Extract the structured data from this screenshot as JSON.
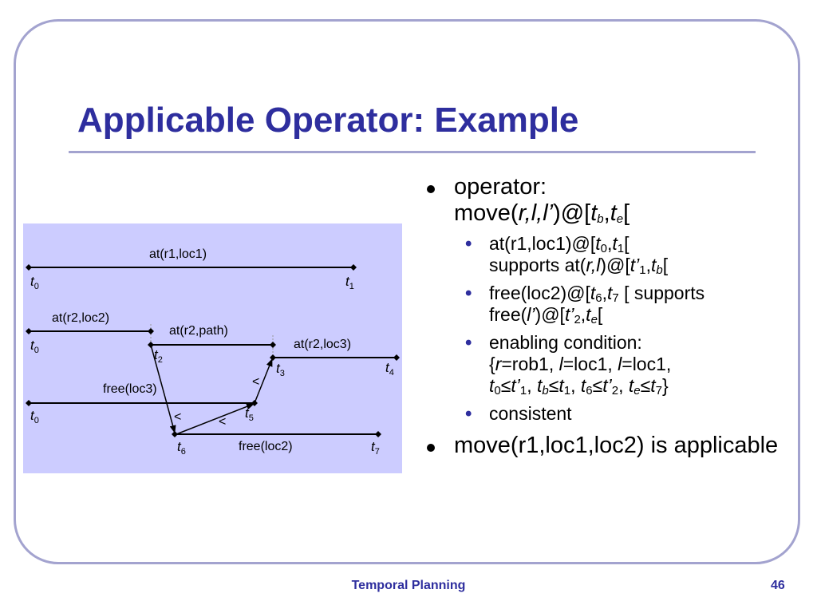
{
  "slide": {
    "title": "Applicable Operator: Example",
    "footer": "Temporal Planning",
    "page_number": "46"
  },
  "diagram": {
    "fluents": {
      "at_r1_loc1": "at(r1,loc1)",
      "at_r2_loc2": "at(r2,loc2)",
      "at_r2_path": "at(r2,path)",
      "at_r2_loc3": "at(r2,loc3)",
      "free_loc3": "free(loc3)",
      "free_loc2": "free(loc2)"
    },
    "timepoints": {
      "t0_a": {
        "var": "t",
        "sub": "0"
      },
      "t1": {
        "var": "t",
        "sub": "1"
      },
      "t0_b": {
        "var": "t",
        "sub": "0"
      },
      "t2": {
        "var": "t",
        "sub": "2"
      },
      "t3": {
        "var": "t",
        "sub": "3"
      },
      "t4": {
        "var": "t",
        "sub": "4"
      },
      "t0_c": {
        "var": "t",
        "sub": "0"
      },
      "t5": {
        "var": "t",
        "sub": "5"
      },
      "t6": {
        "var": "t",
        "sub": "6"
      },
      "t7": {
        "var": "t",
        "sub": "7"
      }
    },
    "relations": {
      "lt_a": "<",
      "lt_b": "<",
      "lt_c": "<"
    }
  },
  "bullets": {
    "operator_label": "operator:",
    "operator_move_prefix": "move(",
    "operator_args": "r,l,l’",
    "operator_at": ")@[",
    "operator_tb": "t",
    "operator_tb_sub": "b",
    "operator_comma": ",",
    "operator_te": "t",
    "operator_te_sub": "e",
    "operator_close": "[",
    "sub1": {
      "pre": "at(r1,loc1)@[",
      "t0": "t",
      "t0_sub": "0",
      "comma": ",",
      "t1": "t",
      "t1_sub": "1",
      "close": "[",
      "supports": "supports at(",
      "args": "r,l",
      "at": ")@[",
      "tp1": "t’",
      "tp1_sub": "1",
      "comma2": ",",
      "tb": "t",
      "tb_sub": "b",
      "close2": "["
    },
    "sub2": {
      "pre": "free(loc2)@[",
      "t6": "t",
      "t6_sub": "6",
      "comma": ",",
      "t7": "t",
      "t7_sub": "7",
      "supports": "[ supports",
      "free": "free(",
      "arg": "l’",
      "at": ")@[",
      "tp2": "t’",
      "tp2_sub": "2",
      "comma2": ",",
      "te": "t",
      "te_sub": "e",
      "close": "["
    },
    "sub3": {
      "label": "enabling condition:",
      "open": "{",
      "r": "r",
      "eq1": "=rob1, ",
      "l": "l",
      "eq2": "=loc1, ",
      "l2": "l",
      "eq3": "=loc1,",
      "c1a": "t",
      "c1a_sub": "0",
      "c1le": "≤",
      "c1b": "t’",
      "c1b_sub": "1",
      "sep1": ", ",
      "c2a": "t",
      "c2a_sub": "b",
      "c2le": "≤",
      "c2b": "t",
      "c2b_sub": "1",
      "sep2": ", ",
      "c3a": "t",
      "c3a_sub": "6",
      "c3le": "≤",
      "c3b": "t’",
      "c3b_sub": "2",
      "sep3": ", ",
      "c4a": "t",
      "c4a_sub": "e",
      "c4le": "≤",
      "c4b": "t",
      "c4b_sub": "7",
      "close": "}"
    },
    "sub4": "consistent",
    "applicable": "move(r1,loc1,loc2) is applicable"
  }
}
